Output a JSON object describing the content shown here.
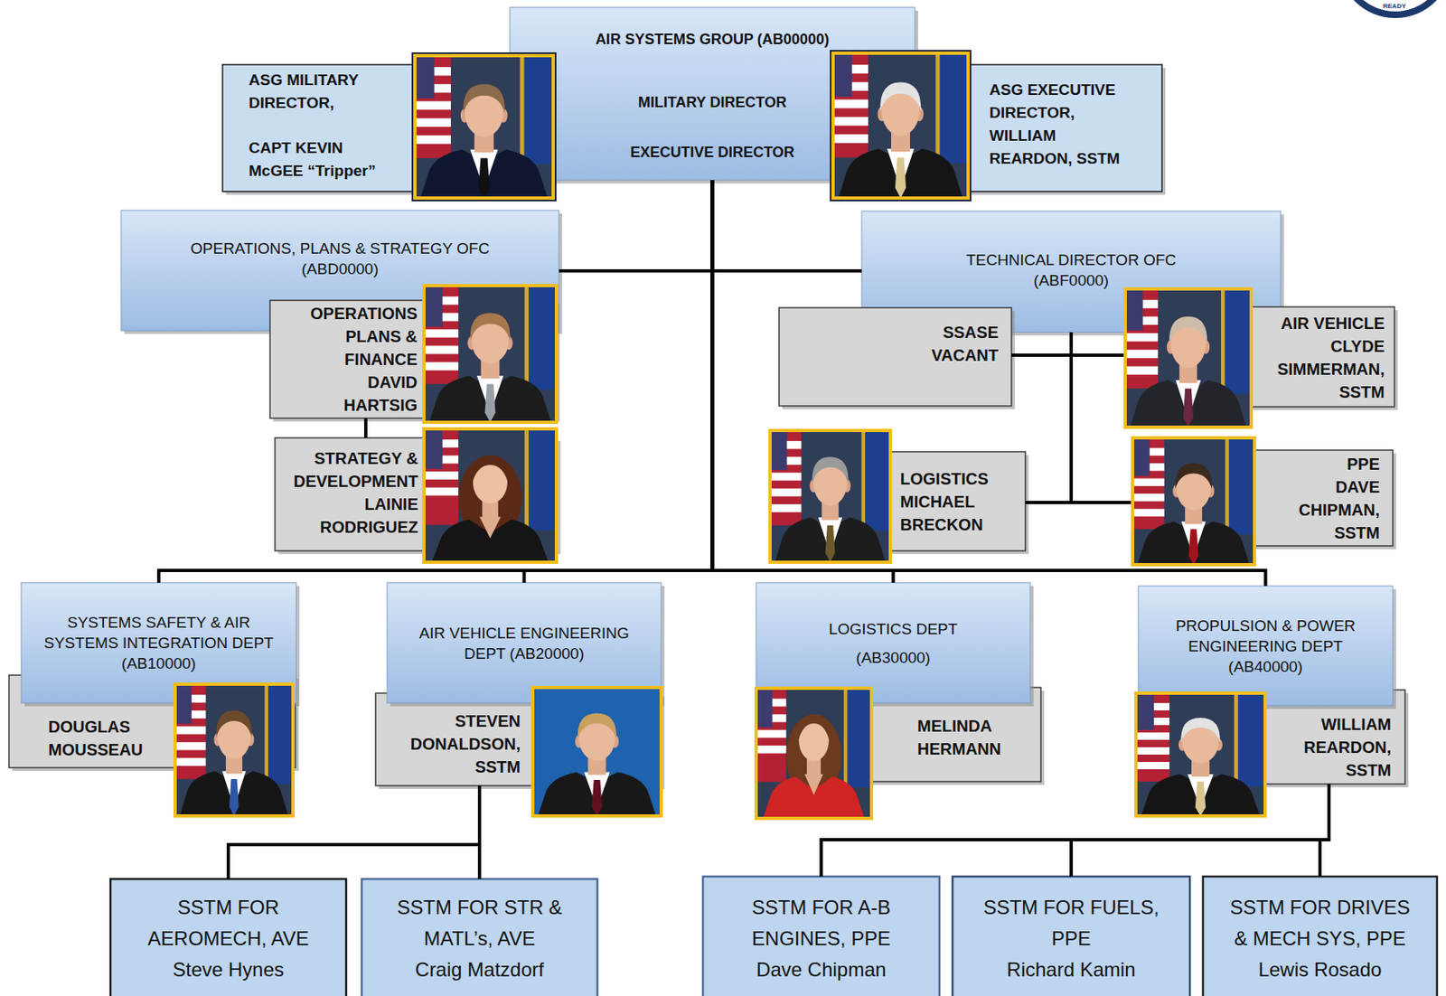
{
  "diagram": {
    "nodes": [
      {
        "text": [
          "AIR SYSTEMS GROUP (AB00000)",
          "MILITARY DIRECTOR",
          "EXECUTIVE DIRECTOR"
        ]
      },
      {
        "text": [
          "ASG MILITARY DIRECTOR,",
          "CAPT KEVIN McGEE “Tripper”"
        ]
      },
      {
        "text": [
          "ASG EXECUTIVE DIRECTOR, WILLIAM REARDON, SSTM"
        ]
      },
      {
        "text": [
          "OPERATIONS, PLANS & STRATEGY OFC (ABD0000)"
        ]
      },
      {
        "text": [
          "OPERATIONS PLANS & FINANCE",
          "DAVID HARTSIG"
        ]
      },
      {
        "text": [
          "STRATEGY & DEVELOPMENT",
          "LAINIE RODRIGUEZ"
        ]
      },
      {
        "text": [
          "TECHNICAL DIRECTOR OFC (ABF0000)"
        ]
      },
      {
        "text": [
          "SSASE",
          "VACANT"
        ]
      },
      {
        "text": [
          "AIR VEHICLE",
          "CLYDE SIMMERMAN, SSTM"
        ]
      },
      {
        "text": [
          "LOGISTICS",
          "MICHAEL BRECKON"
        ]
      },
      {
        "text": [
          "PPE",
          "DAVE CHIPMAN, SSTM"
        ]
      },
      {
        "text": [
          "SYSTEMS SAFETY & AIR SYSTEMS INTEGRATION DEPT (AB10000)"
        ]
      },
      {
        "text": [
          "DOUGLAS MOUSSEAU"
        ]
      },
      {
        "text": [
          "AIR VEHICLE ENGINEERING DEPT (AB20000)"
        ]
      },
      {
        "text": [
          "STEVEN DONALDSON, SSTM"
        ]
      },
      {
        "text": [
          "LOGISTICS DEPT",
          "(AB30000)"
        ]
      },
      {
        "text": [
          "MELINDA HERMANN"
        ]
      },
      {
        "text": [
          "PROPULSION & POWER ENGINEERING DEPT (AB40000)"
        ]
      },
      {
        "text": [
          "WILLIAM REARDON, SSTM"
        ]
      },
      {
        "text": [
          "SSTM FOR AEROMECH, AVE",
          "Steve Hynes"
        ]
      },
      {
        "text": [
          "SSTM FOR STR & MATL’s, AVE",
          "Craig Matzdorf"
        ]
      },
      {
        "text": [
          "SSTM FOR A-B ENGINES, PPE",
          "Dave Chipman"
        ]
      },
      {
        "text": [
          "SSTM FOR FUELS, PPE",
          "Richard Kamin"
        ]
      },
      {
        "text": [
          "SSTM FOR DRIVES & MECH SYS, PPE",
          "Lewis Rosado"
        ]
      }
    ],
    "edges": [
      {
        "from": 0,
        "to": 3,
        "arrow": "none"
      },
      {
        "from": 0,
        "to": 6,
        "arrow": "none"
      },
      {
        "from": 0,
        "to": 11,
        "arrow": "none"
      },
      {
        "from": 0,
        "to": 13,
        "arrow": "none"
      },
      {
        "from": 0,
        "to": 15,
        "arrow": "none"
      },
      {
        "from": 0,
        "to": 17,
        "arrow": "none"
      },
      {
        "from": 4,
        "to": 5,
        "arrow": "none"
      },
      {
        "from": 6,
        "to": 7,
        "arrow": "none"
      },
      {
        "from": 6,
        "to": 8,
        "arrow": "none"
      },
      {
        "from": 6,
        "to": 9,
        "arrow": "none"
      },
      {
        "from": 6,
        "to": 10,
        "arrow": "none"
      },
      {
        "from": 14,
        "to": 19,
        "arrow": "none"
      },
      {
        "from": 14,
        "to": 20,
        "arrow": "none"
      },
      {
        "from": 18,
        "to": 21,
        "arrow": "none"
      },
      {
        "from": 18,
        "to": 22,
        "arrow": "none"
      },
      {
        "from": 18,
        "to": 23,
        "arrow": "none"
      }
    ],
    "labels": [
      "READY"
    ]
  }
}
